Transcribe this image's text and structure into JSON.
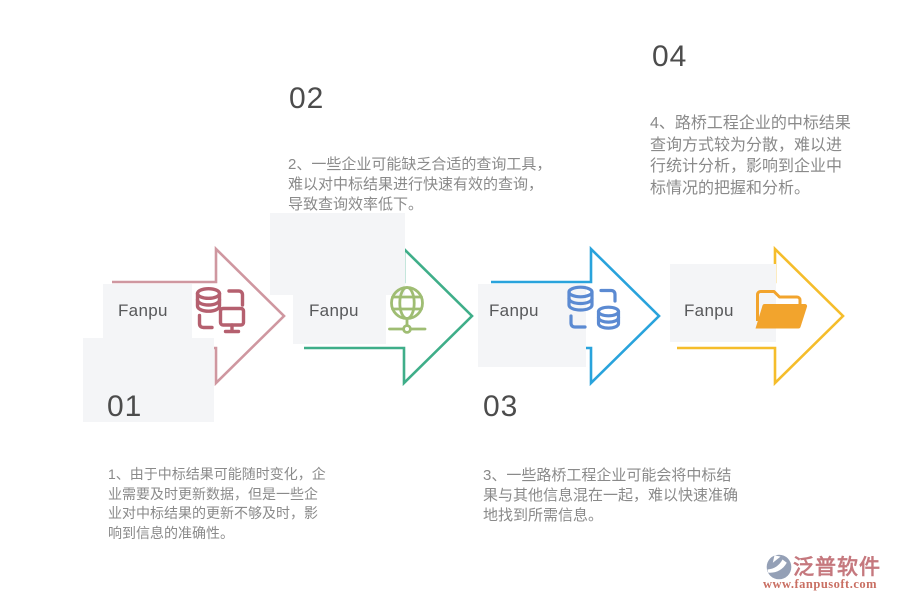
{
  "theme": {
    "background": "#ffffff",
    "panel_color": "#f4f5f7",
    "number_color": "#4c4c4c",
    "text_color": "#8a8a8a",
    "label_color": "#57585a"
  },
  "steps": [
    {
      "number": "01",
      "label": "Fanpu",
      "icon": "database-monitor-sync-icon",
      "arrow_color": "#cf97a0",
      "icon_color": "#b5606f",
      "text": "1、由于中标结果可能随时变化，企业需要及时更新数据，但是一些企业对中标结果的更新不够及时，影响到信息的准确性。"
    },
    {
      "number": "02",
      "label": "Fanpu",
      "icon": "globe-network-icon",
      "arrow_color": "#3fae89",
      "icon_color": "#9fbd73",
      "text": "2、一些企业可能缺乏合适的查询工具，难以对中标结果进行快速有效的查询，导致查询效率低下。"
    },
    {
      "number": "03",
      "label": "Fanpu",
      "icon": "database-sync-icon",
      "arrow_color": "#29a3dc",
      "icon_color": "#5b8ad2",
      "text": "3、一些路桥工程企业可能会将中标结果与其他信息混在一起，难以快速准确地找到所需信息。"
    },
    {
      "number": "04",
      "label": "Fanpu",
      "icon": "open-folder-icon",
      "arrow_color": "#f5bd2b",
      "icon_color": "#f2a42d",
      "text": "4、路桥工程企业的中标结果查询方式较为分散，难以进行统计分析，影响到企业中标情况的把握和分析。"
    }
  ],
  "logo": {
    "name": "泛普软件",
    "url": "www.fanpusoft.com",
    "mark_color": "#94a0b6",
    "name_color": "#c5787e",
    "url_color": "#c96f63"
  }
}
